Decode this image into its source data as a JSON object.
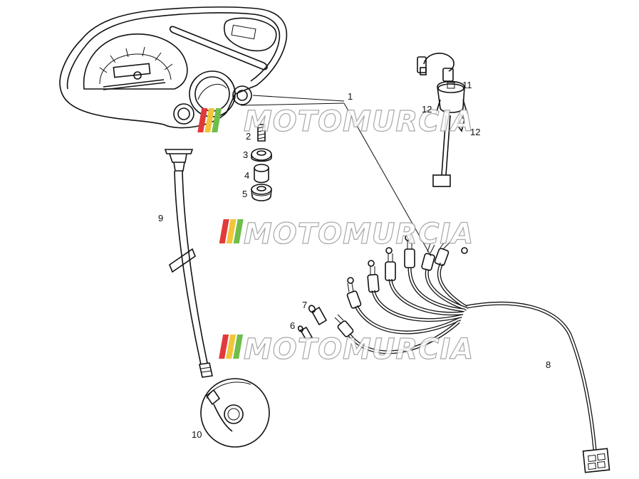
{
  "parts": {
    "p1": "1",
    "p2": "2",
    "p3": "3",
    "p4": "4",
    "p5": "5",
    "p6": "6",
    "p7": "7",
    "p8": "8",
    "p9": "9",
    "p10": "10",
    "p11": "11",
    "p12a": "12",
    "p12b": "12"
  },
  "watermark": {
    "text": "MOTOMURCIA",
    "stripe_colors": [
      "#e23a3a",
      "#f2c53a",
      "#6fbe4a"
    ]
  },
  "colors": {
    "line": "#111111",
    "background": "#ffffff",
    "watermark_outline": "#9a9a9a"
  }
}
